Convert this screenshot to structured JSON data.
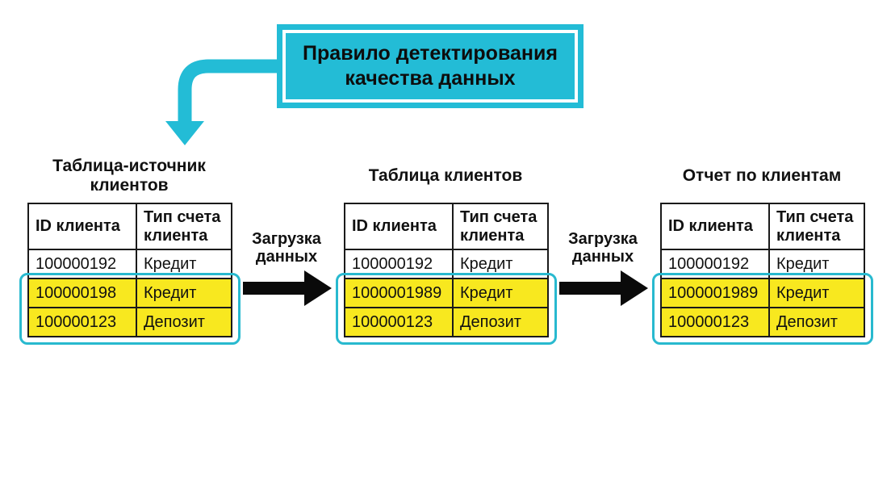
{
  "rule_box": {
    "text": "Правило детектирования качества данных"
  },
  "colors": {
    "accent": "#23bcd6",
    "highlight_frame": "#28b9cf",
    "highlight_fill": "#f8e81f",
    "text": "#111111"
  },
  "tables": [
    {
      "title": "Таблица-источник клиентов",
      "headers": [
        "ID клиента",
        "Тип счета клиента"
      ],
      "rows": [
        [
          "100000192",
          "Кредит"
        ],
        [
          "100000198",
          "Кредит"
        ],
        [
          "100000123",
          "Депозит"
        ]
      ]
    },
    {
      "title": "Таблица клиентов",
      "headers": [
        "ID клиента",
        "Тип счета клиента"
      ],
      "rows": [
        [
          "100000192",
          "Кредит"
        ],
        [
          "1000001989",
          "Кредит"
        ],
        [
          "100000123",
          "Депозит"
        ]
      ]
    },
    {
      "title": "Отчет по клиентам",
      "headers": [
        "ID клиента",
        "Тип счета клиента"
      ],
      "rows": [
        [
          "100000192",
          "Кредит"
        ],
        [
          "1000001989",
          "Кредит"
        ],
        [
          "100000123",
          "Депозит"
        ]
      ]
    }
  ],
  "arrows": [
    {
      "label": "Загрузка данных"
    },
    {
      "label": "Загрузка данных"
    }
  ]
}
